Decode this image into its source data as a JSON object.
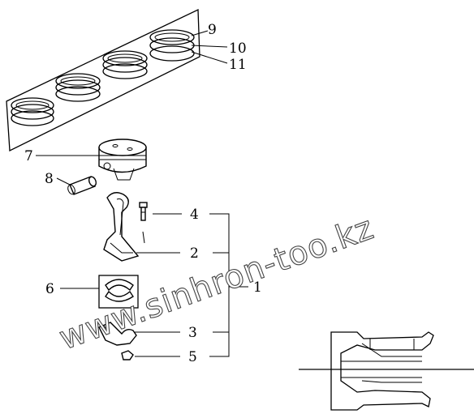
{
  "diagram": {
    "labels": {
      "l1": "1",
      "l2": "2",
      "l3": "3",
      "l4": "4",
      "l5": "5",
      "l6": "6",
      "l7": "7",
      "l8": "8",
      "l9": "9",
      "l10": "10",
      "l11": "11"
    },
    "watermark": "www.sinhron-too.kz"
  }
}
